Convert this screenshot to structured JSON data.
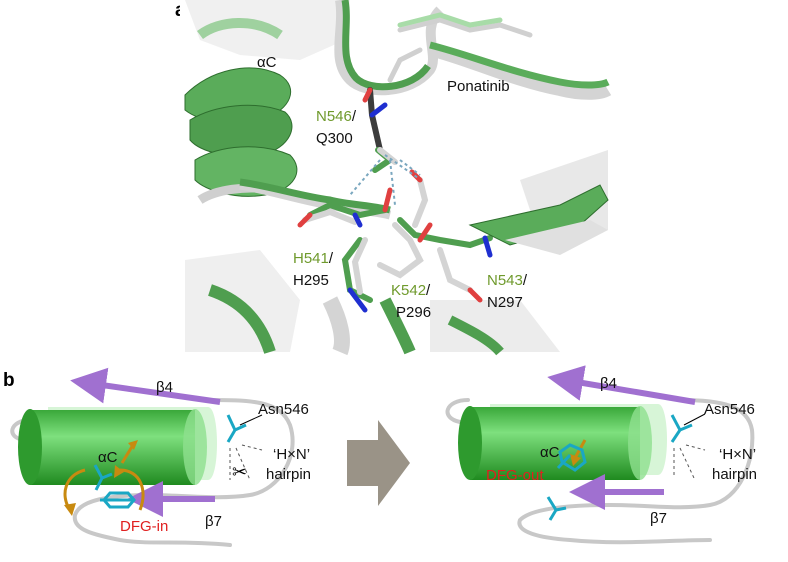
{
  "panel_a": {
    "letter": "a",
    "labels": {
      "helix": "αC",
      "ligand": "Ponatinib",
      "n546_green": "N546",
      "q300": "Q300",
      "h541_green": "H541",
      "h295": "H295",
      "k542_green": "K542",
      "p296": "P296",
      "n543_green": "N543",
      "n297": "N297",
      "slash": "/"
    }
  },
  "panel_b": {
    "letter": "b",
    "left": {
      "beta4": "β4",
      "helix": "αC",
      "asn": "Asn546",
      "hairpin_line1": "‘H×N’",
      "hairpin_line2": "hairpin",
      "beta7": "β7",
      "dfg": "DFG-in"
    },
    "right": {
      "beta4": "β4",
      "helix": "αC",
      "asn": "Asn546",
      "hairpin_line1": "‘H×N’",
      "hairpin_line2": "hairpin",
      "beta7": "β7",
      "dfg": "DFG-out"
    }
  },
  "colors": {
    "fgfr_green": "#4f9e4f",
    "ref_gray": "#d4d4d4",
    "beta_purple": "#a070d0",
    "side_chain_cyan": "#1aa7c4",
    "arrow_orange": "#c88a10",
    "dfg_red": "#e02020",
    "label_green": "#6f9a2c"
  }
}
